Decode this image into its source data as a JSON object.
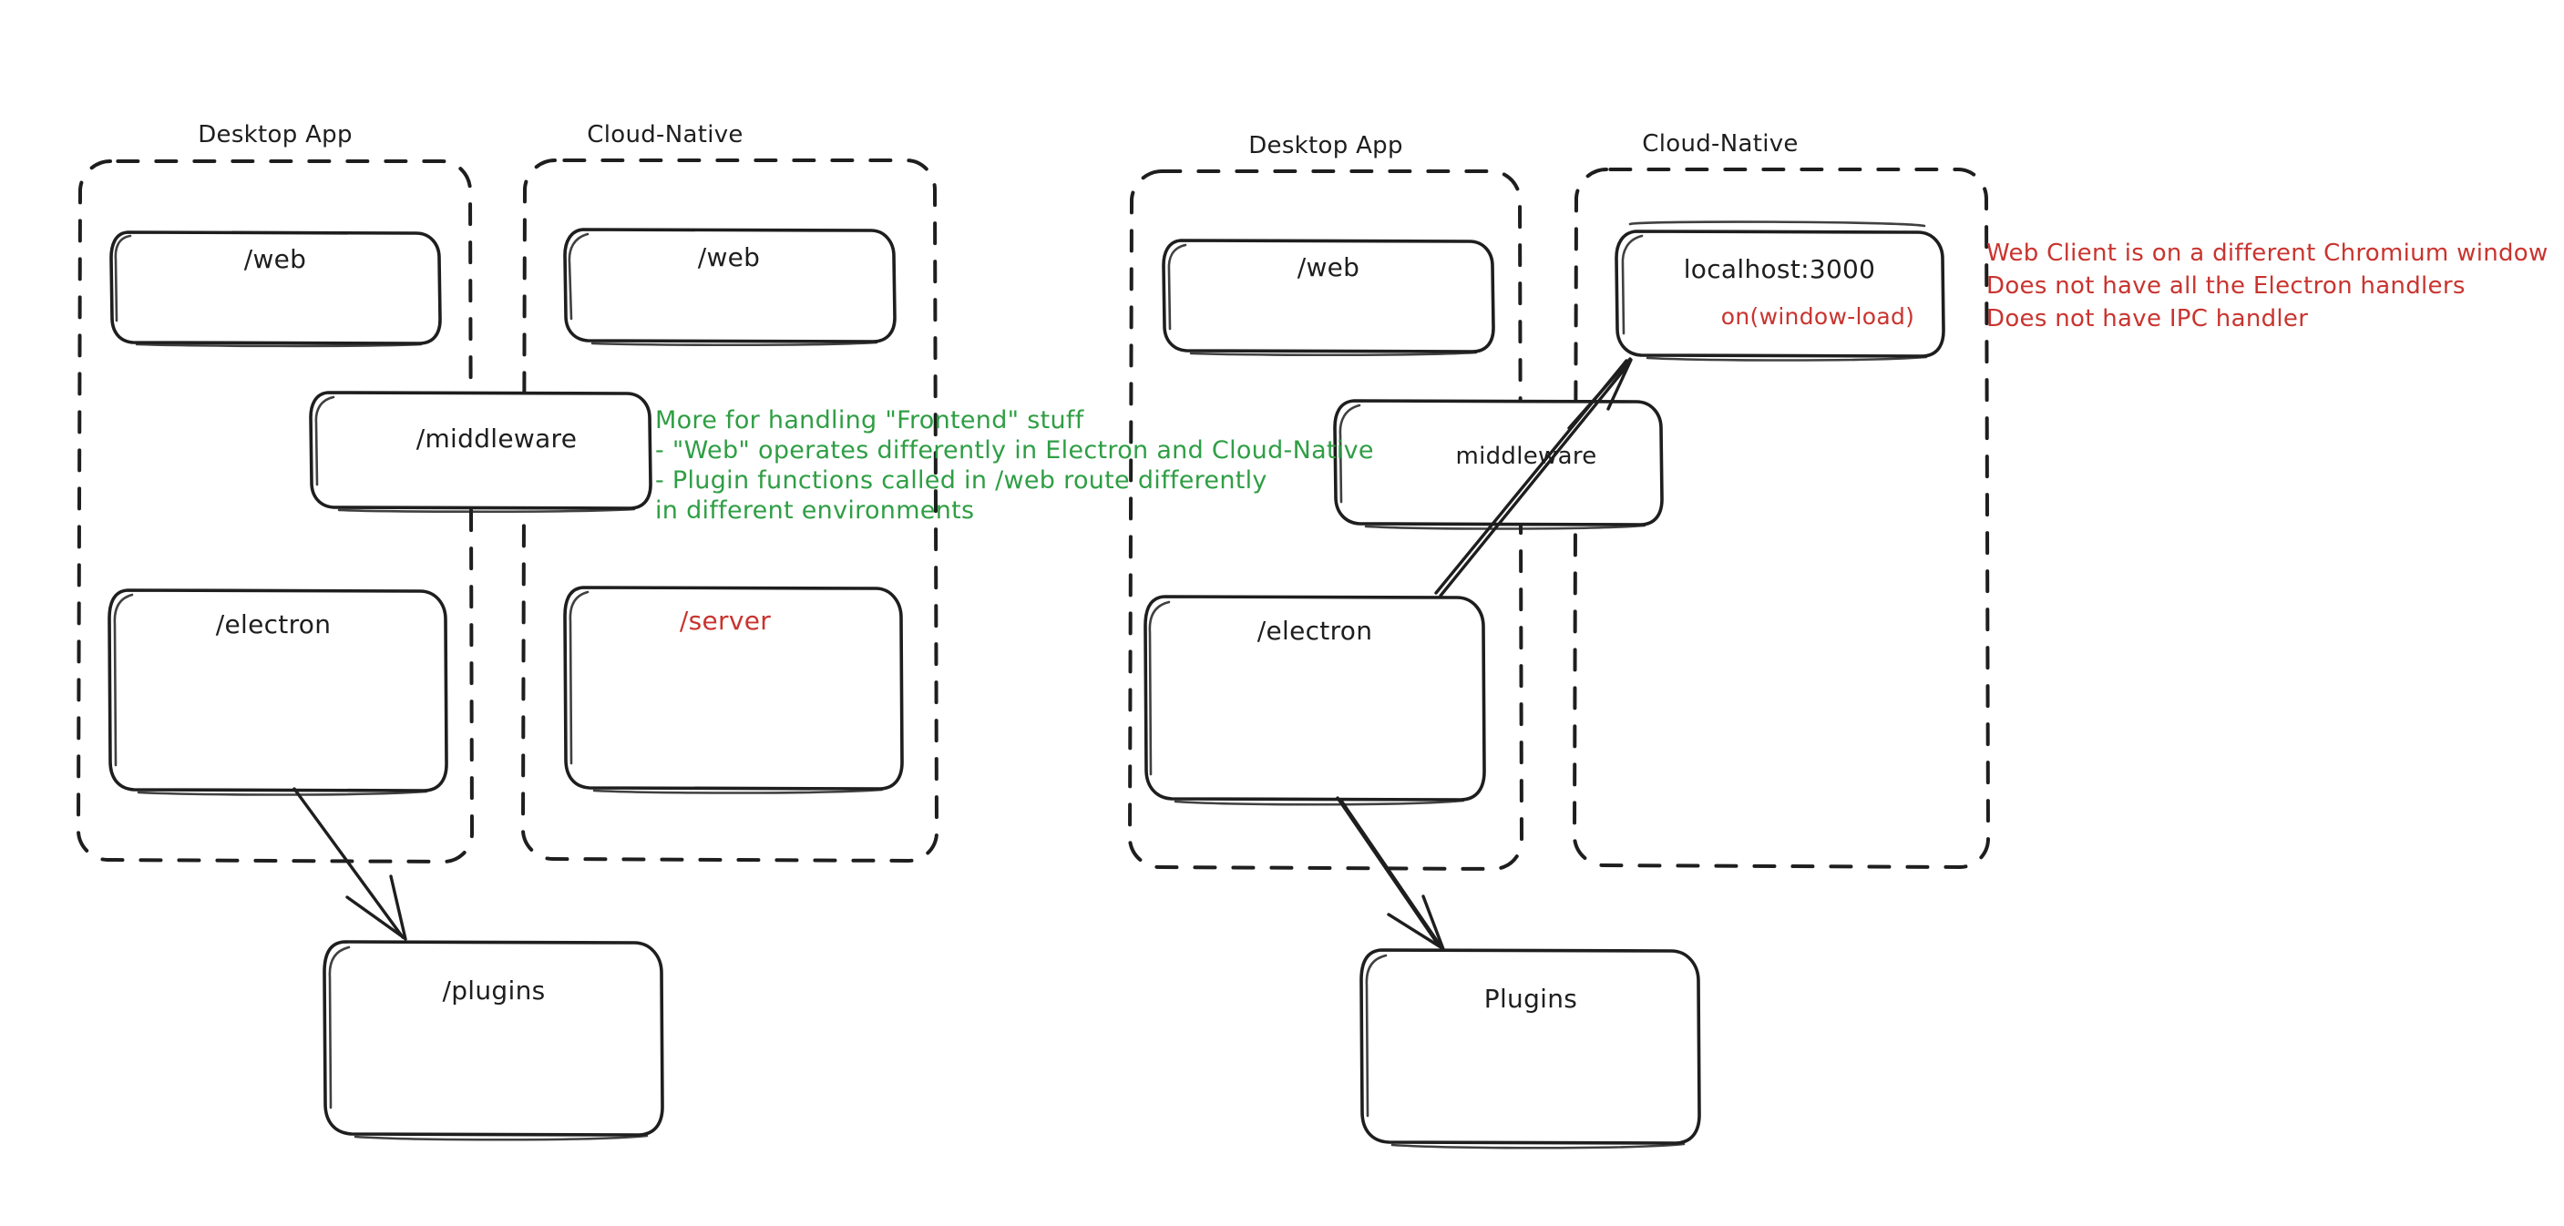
{
  "diagram": {
    "title": "Desktop App vs Cloud-Native architecture sketch",
    "colors": {
      "stroke": "#1e1e1e",
      "green": "#2f9e44",
      "red": "#c9342f",
      "background": "#ffffff"
    },
    "left_cluster": {
      "groups": [
        {
          "label": "Desktop App"
        },
        {
          "label": "Cloud-Native"
        }
      ],
      "boxes": [
        {
          "label": "/web",
          "color": "black"
        },
        {
          "label": "/web",
          "color": "black"
        },
        {
          "label": "/middleware",
          "color": "black"
        },
        {
          "label": "/electron",
          "color": "black"
        },
        {
          "label": "/server",
          "color": "red"
        },
        {
          "label": "/plugins",
          "color": "black"
        }
      ],
      "note_green": [
        "More for handling \"Frontend\" stuff",
        "- \"Web\" operates differently in Electron and Cloud-Native",
        "- Plugin functions called in /web route differently",
        "in different environments"
      ]
    },
    "right_cluster": {
      "groups": [
        {
          "label": "Desktop App"
        },
        {
          "label": "Cloud-Native"
        }
      ],
      "boxes": [
        {
          "label": "/web",
          "color": "black"
        },
        {
          "label": "localhost:3000",
          "sublabel": "on(window-load)",
          "color": "black",
          "sublabel_color": "red"
        },
        {
          "label": "middleware",
          "color": "black"
        },
        {
          "label": "/electron",
          "color": "black"
        },
        {
          "label": "Plugins",
          "color": "black"
        }
      ],
      "note_red": [
        "Web Client is on a different Chromium window",
        "Does not have all the Electron handlers",
        "Does not have IPC handler"
      ]
    }
  }
}
